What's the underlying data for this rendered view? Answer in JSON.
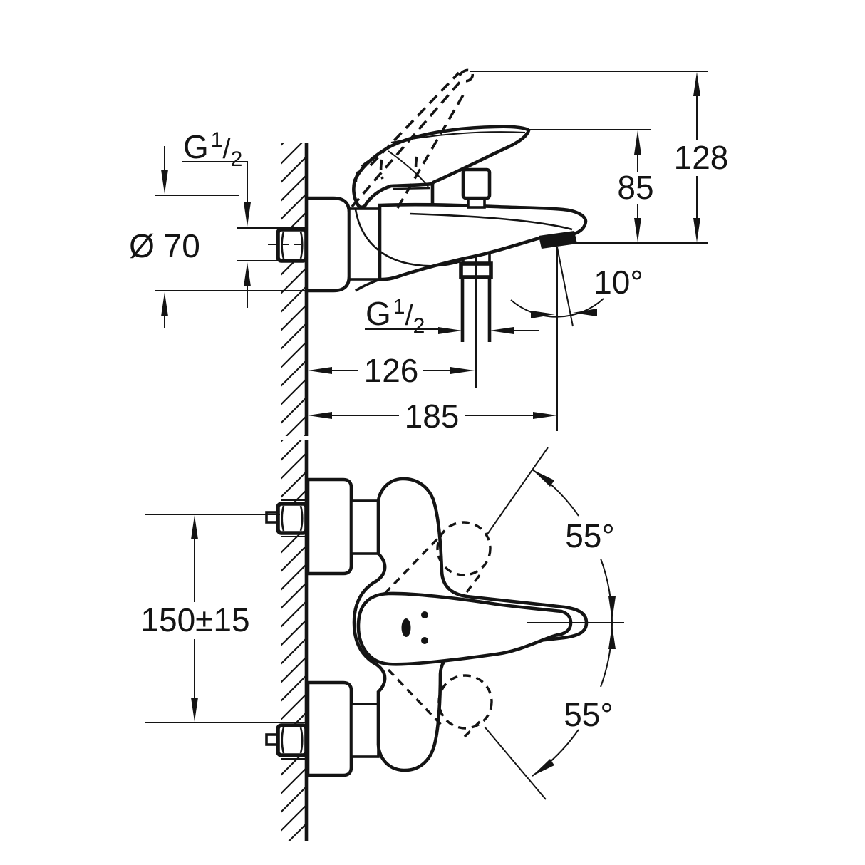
{
  "canvas": {
    "background": "#ffffff",
    "ink": "#141414"
  },
  "side_view": {
    "thread_label": {
      "g": "G",
      "sup": "1",
      "slash": "/",
      "sub": "2"
    },
    "escutcheon_diameter": "Ø 70",
    "total_height": "128",
    "spout_height": "85",
    "spout_angle": "10°",
    "spout_reach": "126",
    "total_reach": "185"
  },
  "front_view": {
    "pipe_spacing": "150±15",
    "swivel_upper": "55°",
    "swivel_lower": "55°"
  }
}
